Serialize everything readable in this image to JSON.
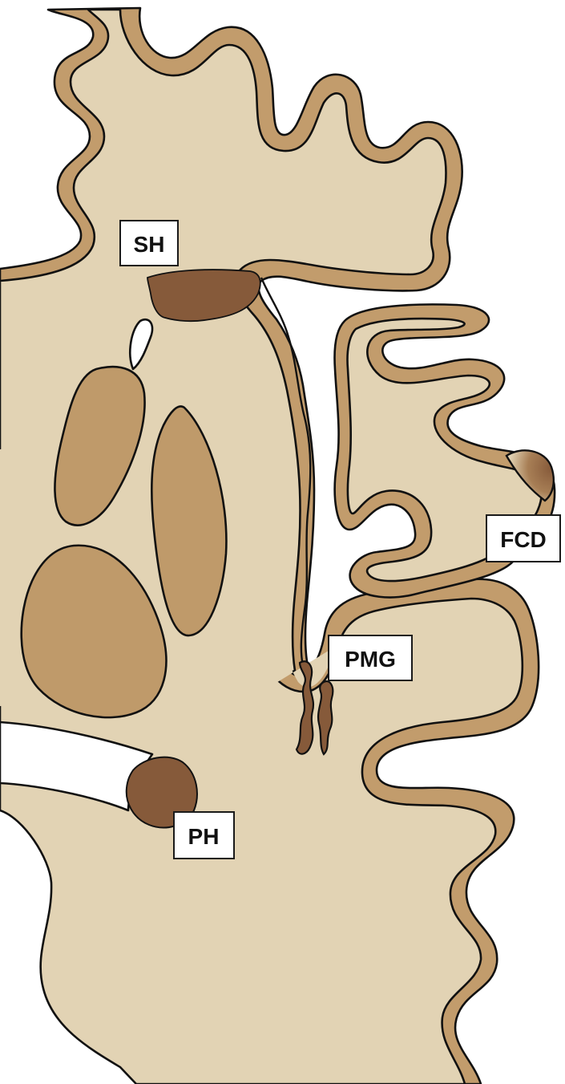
{
  "labels": {
    "sh": "SH",
    "fcd": "FCD",
    "pmg": "PMG",
    "ph": "PH"
  },
  "colors": {
    "white_matter": "#e2d3b4",
    "cortex": "#c29c6c",
    "lesion": "#865a3a",
    "nuclei": "#bf9a6a",
    "outline": "#111111",
    "background": "#ffffff"
  }
}
